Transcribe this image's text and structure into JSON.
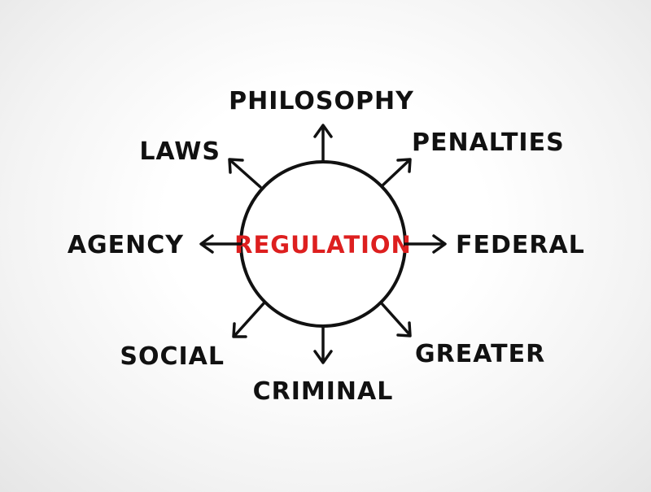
{
  "center": {
    "label": "REGULATION",
    "color": "#dd1f1f"
  },
  "nodes": [
    {
      "id": "philosophy",
      "label": "PHILOSOPHY"
    },
    {
      "id": "penalties",
      "label": "PENALTIES"
    },
    {
      "id": "federal",
      "label": "FEDERAL"
    },
    {
      "id": "greater",
      "label": "GREATER"
    },
    {
      "id": "criminal",
      "label": "CRIMINAL"
    },
    {
      "id": "social",
      "label": "SOCIAL"
    },
    {
      "id": "agency",
      "label": "AGENCY"
    },
    {
      "id": "laws",
      "label": "LAWS"
    }
  ],
  "colors": {
    "ink": "#111111"
  }
}
